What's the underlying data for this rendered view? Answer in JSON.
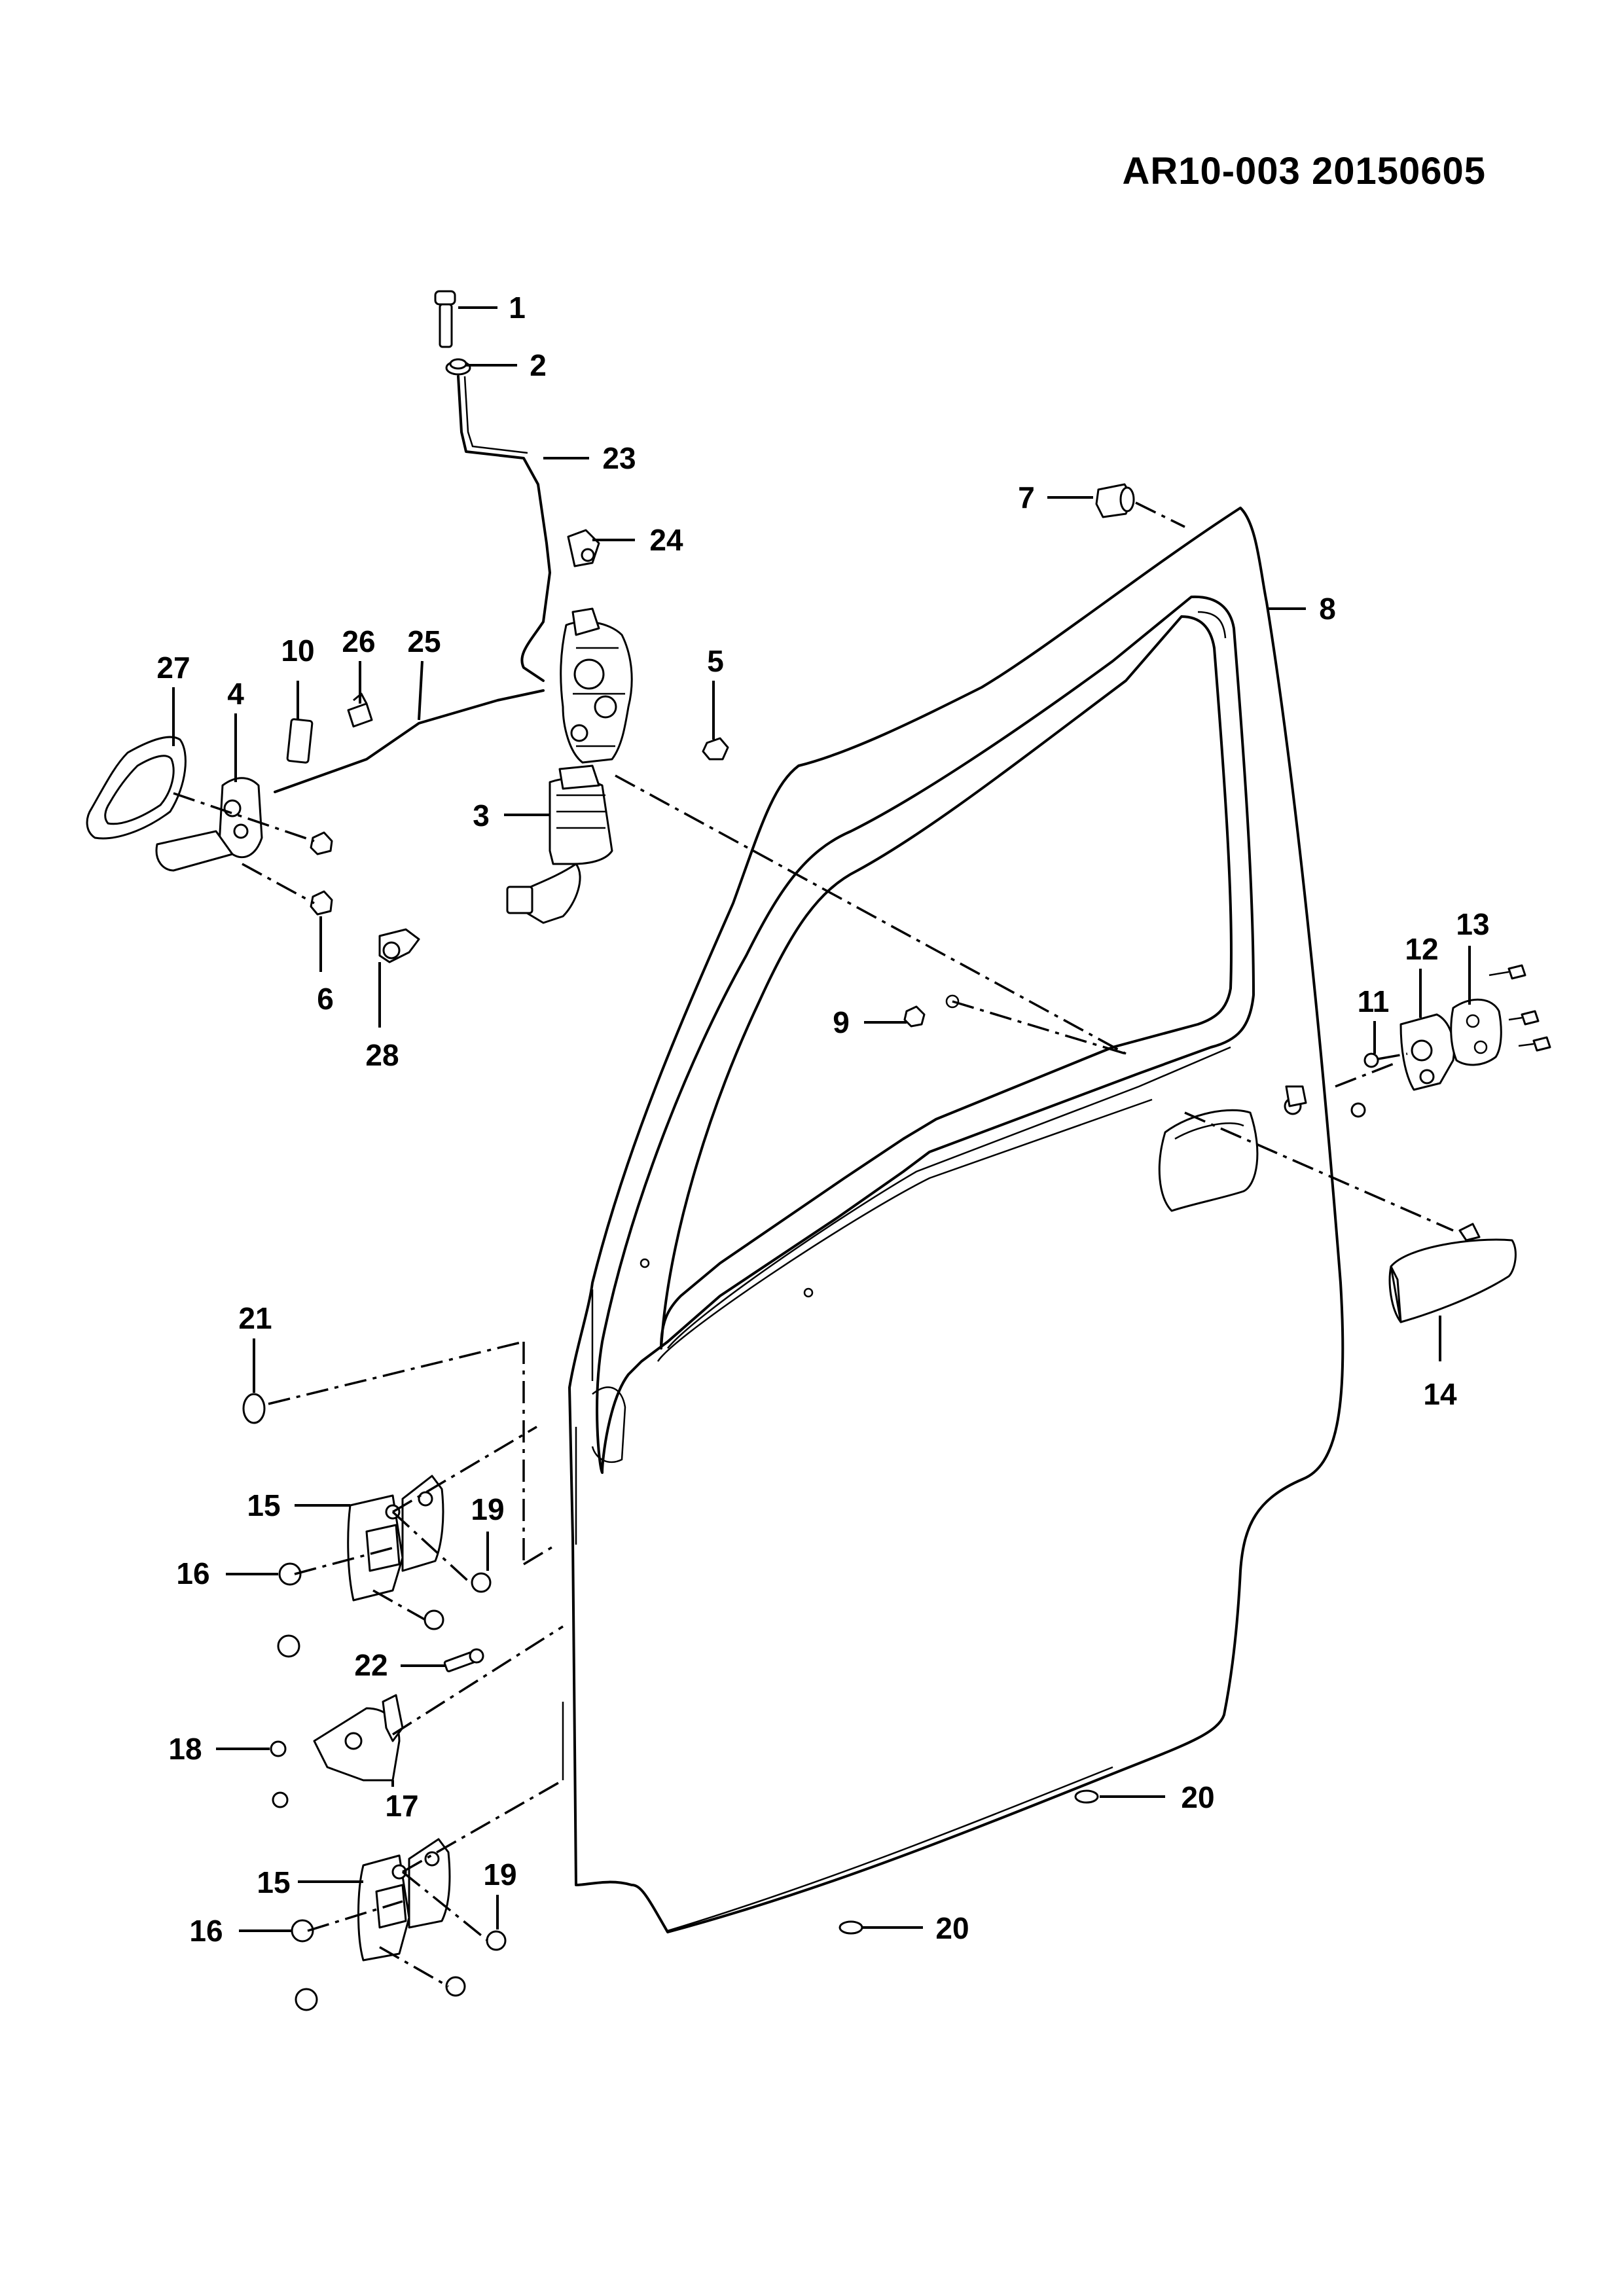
{
  "header": {
    "diagram_code": "AR10-003  20150605"
  },
  "callouts": [
    {
      "id": "c1",
      "label": "1"
    },
    {
      "id": "c2",
      "label": "2"
    },
    {
      "id": "c23",
      "label": "23"
    },
    {
      "id": "c24",
      "label": "24"
    },
    {
      "id": "c7",
      "label": "7"
    },
    {
      "id": "c8",
      "label": "8"
    },
    {
      "id": "c27",
      "label": "27"
    },
    {
      "id": "c4",
      "label": "4"
    },
    {
      "id": "c10",
      "label": "10"
    },
    {
      "id": "c26",
      "label": "26"
    },
    {
      "id": "c25",
      "label": "25"
    },
    {
      "id": "c5",
      "label": "5"
    },
    {
      "id": "c3",
      "label": "3"
    },
    {
      "id": "c6",
      "label": "6"
    },
    {
      "id": "c28",
      "label": "28"
    },
    {
      "id": "c9",
      "label": "9"
    },
    {
      "id": "c11",
      "label": "11"
    },
    {
      "id": "c12",
      "label": "12"
    },
    {
      "id": "c13",
      "label": "13"
    },
    {
      "id": "c14",
      "label": "14"
    },
    {
      "id": "c21",
      "label": "21"
    },
    {
      "id": "c15a",
      "label": "15"
    },
    {
      "id": "c19a",
      "label": "19"
    },
    {
      "id": "c16a",
      "label": "16"
    },
    {
      "id": "c22",
      "label": "22"
    },
    {
      "id": "c18",
      "label": "18"
    },
    {
      "id": "c17",
      "label": "17"
    },
    {
      "id": "c20a",
      "label": "20"
    },
    {
      "id": "c15b",
      "label": "15"
    },
    {
      "id": "c19b",
      "label": "19"
    },
    {
      "id": "c16b",
      "label": "16"
    },
    {
      "id": "c20b",
      "label": "20"
    }
  ]
}
